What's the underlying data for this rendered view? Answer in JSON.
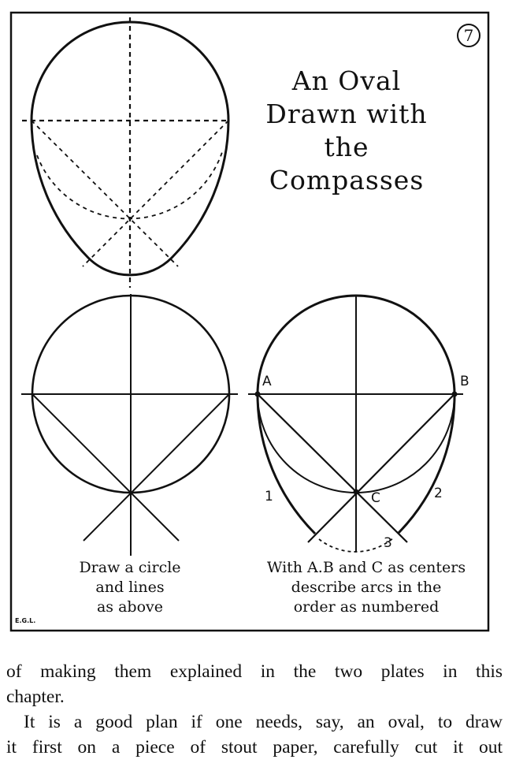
{
  "plate": {
    "number": "7",
    "title_lines": [
      "An Oval",
      "Drawn with",
      "the",
      "Compasses"
    ],
    "signature": "E.G.L.",
    "caption_left": [
      "Draw a circle",
      "and lines",
      "as above"
    ],
    "caption_right": [
      "With A.B and C as centers",
      "describe arcs in the",
      "order as numbered"
    ],
    "point_labels": {
      "a": "A",
      "b": "B",
      "c": "C"
    },
    "arc_labels": {
      "arc1": "1",
      "arc2": "2",
      "arc3": "3"
    }
  },
  "body": {
    "lines": [
      "of making them explained in the two plates in this",
      "chapter.",
      "It is a good plan if one needs, say, an oval, to draw",
      "it first on a piece of stout paper, carefully cut it out"
    ]
  }
}
